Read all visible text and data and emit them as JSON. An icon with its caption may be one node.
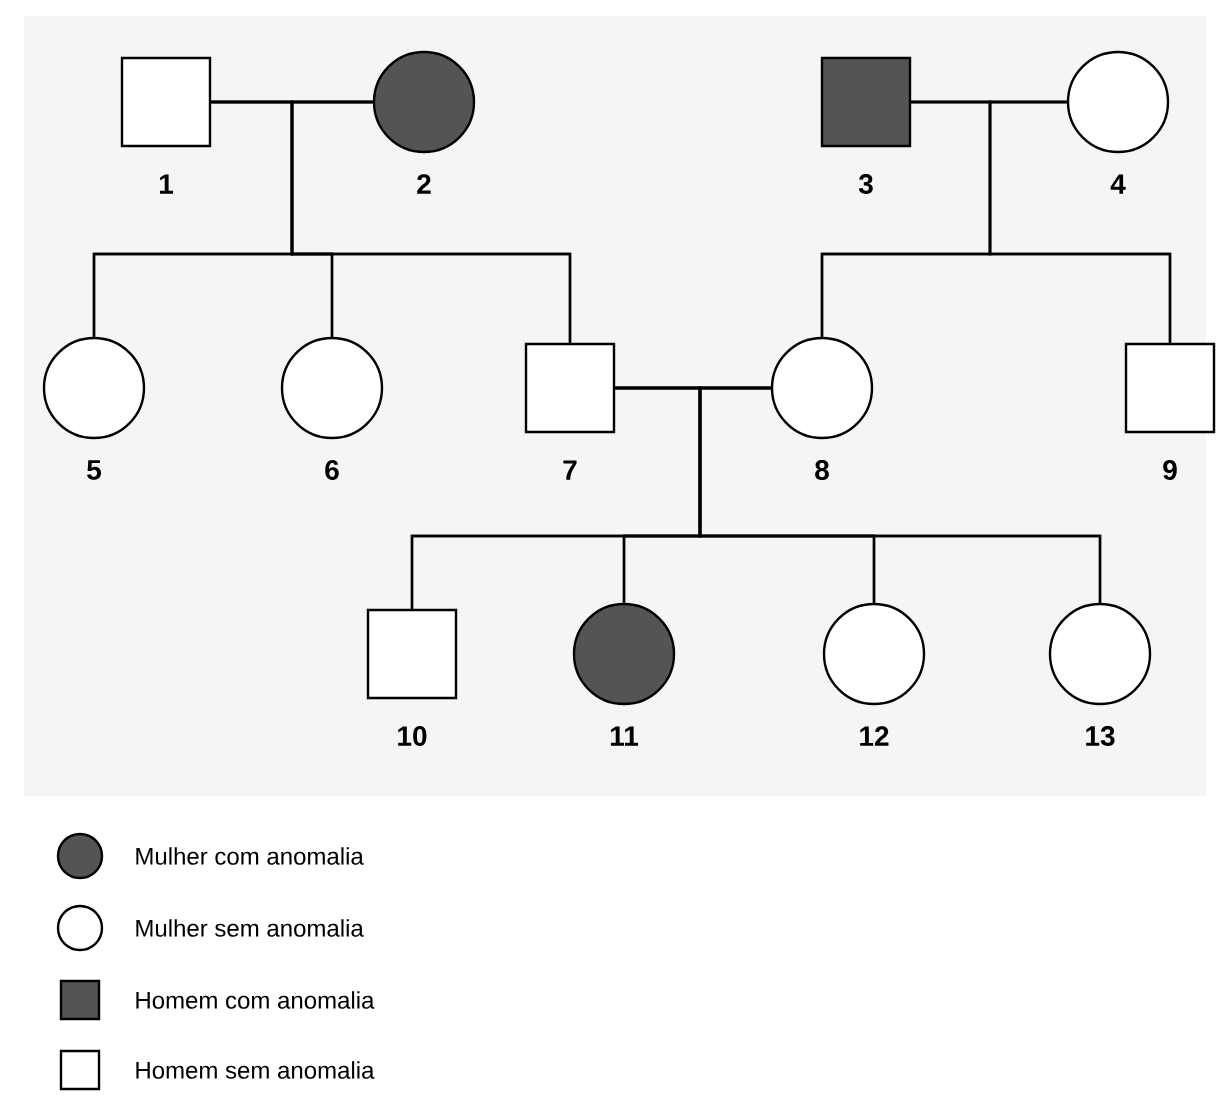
{
  "diagram": {
    "nodes": [
      {
        "text": [],
        "shape": "box",
        "beside": [
          "1"
        ]
      },
      {
        "text": [],
        "shape": "circle",
        "beside": [
          "2"
        ]
      },
      {
        "text": [],
        "shape": "box",
        "beside": [
          "3"
        ]
      },
      {
        "text": [],
        "shape": "circle",
        "beside": [
          "4"
        ]
      },
      {
        "text": [],
        "shape": "circle",
        "beside": [
          "5"
        ]
      },
      {
        "text": [],
        "shape": "circle",
        "beside": [
          "6"
        ]
      },
      {
        "text": [],
        "shape": "box",
        "beside": [
          "7"
        ]
      },
      {
        "text": [],
        "shape": "circle",
        "beside": [
          "8"
        ]
      },
      {
        "text": [],
        "shape": "box",
        "beside": [
          "9"
        ]
      },
      {
        "text": [],
        "shape": "box",
        "beside": [
          "10"
        ]
      },
      {
        "text": [],
        "shape": "circle",
        "beside": [
          "11"
        ]
      },
      {
        "text": [],
        "shape": "circle",
        "beside": [
          "12"
        ]
      },
      {
        "text": [],
        "shape": "circle",
        "beside": [
          "13"
        ]
      }
    ],
    "edges": [
      {
        "from": 0,
        "to": 1,
        "arrow": "none"
      },
      {
        "from": 2,
        "to": 3,
        "arrow": "none"
      },
      {
        "from": 6,
        "to": 7,
        "arrow": "none"
      },
      {
        "from": 0,
        "to": 4,
        "arrow": "none"
      },
      {
        "from": 1,
        "to": 4,
        "arrow": "none"
      },
      {
        "from": 0,
        "to": 5,
        "arrow": "none"
      },
      {
        "from": 1,
        "to": 5,
        "arrow": "none"
      },
      {
        "from": 0,
        "to": 6,
        "arrow": "none"
      },
      {
        "from": 1,
        "to": 6,
        "arrow": "none"
      },
      {
        "from": 2,
        "to": 7,
        "arrow": "none"
      },
      {
        "from": 3,
        "to": 7,
        "arrow": "none"
      },
      {
        "from": 2,
        "to": 8,
        "arrow": "none"
      },
      {
        "from": 3,
        "to": 8,
        "arrow": "none"
      },
      {
        "from": 6,
        "to": 9,
        "arrow": "none"
      },
      {
        "from": 7,
        "to": 9,
        "arrow": "none"
      },
      {
        "from": 6,
        "to": 10,
        "arrow": "none"
      },
      {
        "from": 7,
        "to": 10,
        "arrow": "none"
      },
      {
        "from": 6,
        "to": 11,
        "arrow": "none"
      },
      {
        "from": 7,
        "to": 11,
        "arrow": "none"
      },
      {
        "from": 6,
        "to": 12,
        "arrow": "none"
      },
      {
        "from": 7,
        "to": 12,
        "arrow": "none"
      }
    ],
    "legend": [
      {
        "text": "Mulher com anomalia"
      },
      {
        "text": "Mulher sem anomalia"
      },
      {
        "text": "Homem com anomalia"
      },
      {
        "text": "Homem sem anomalia"
      }
    ]
  }
}
